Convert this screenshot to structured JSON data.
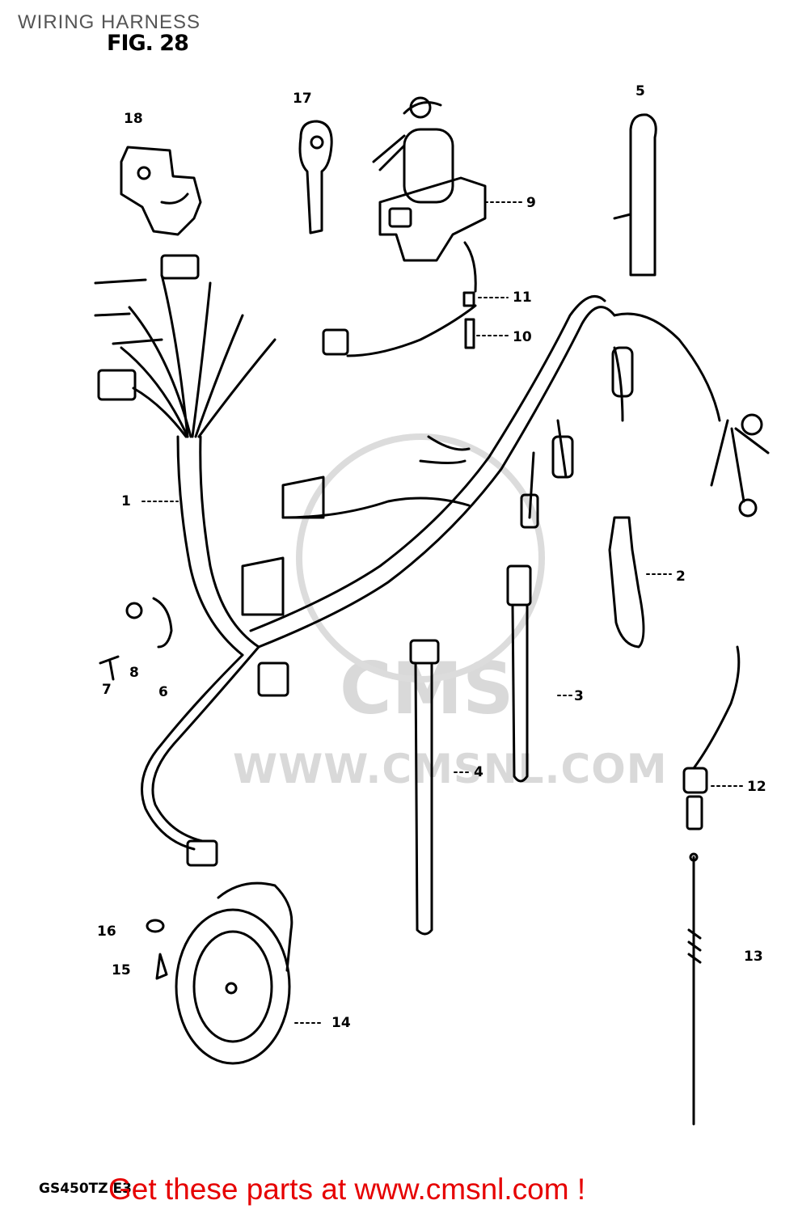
{
  "header": {
    "title": "WIRING HARNESS",
    "figure": "FIG. 28"
  },
  "watermark": {
    "logo": "CMS",
    "url": "WWW.CMSNL.COM"
  },
  "callouts": {
    "c1": "1",
    "c2": "2",
    "c3": "3",
    "c4": "4",
    "c5": "5",
    "c6": "6",
    "c7": "7",
    "c8": "8",
    "c9": "9",
    "c10": "10",
    "c11": "11",
    "c12": "12",
    "c13": "13",
    "c14": "14",
    "c15": "15",
    "c16": "16",
    "c17": "17",
    "c18": "18"
  },
  "footer": {
    "model_code": "GS450TZ E3",
    "cta": "Get these parts at www.cmsnl.com !"
  },
  "colors": {
    "ink": "#000000",
    "watermark": "#d9d9d9",
    "cta": "#e60000"
  }
}
